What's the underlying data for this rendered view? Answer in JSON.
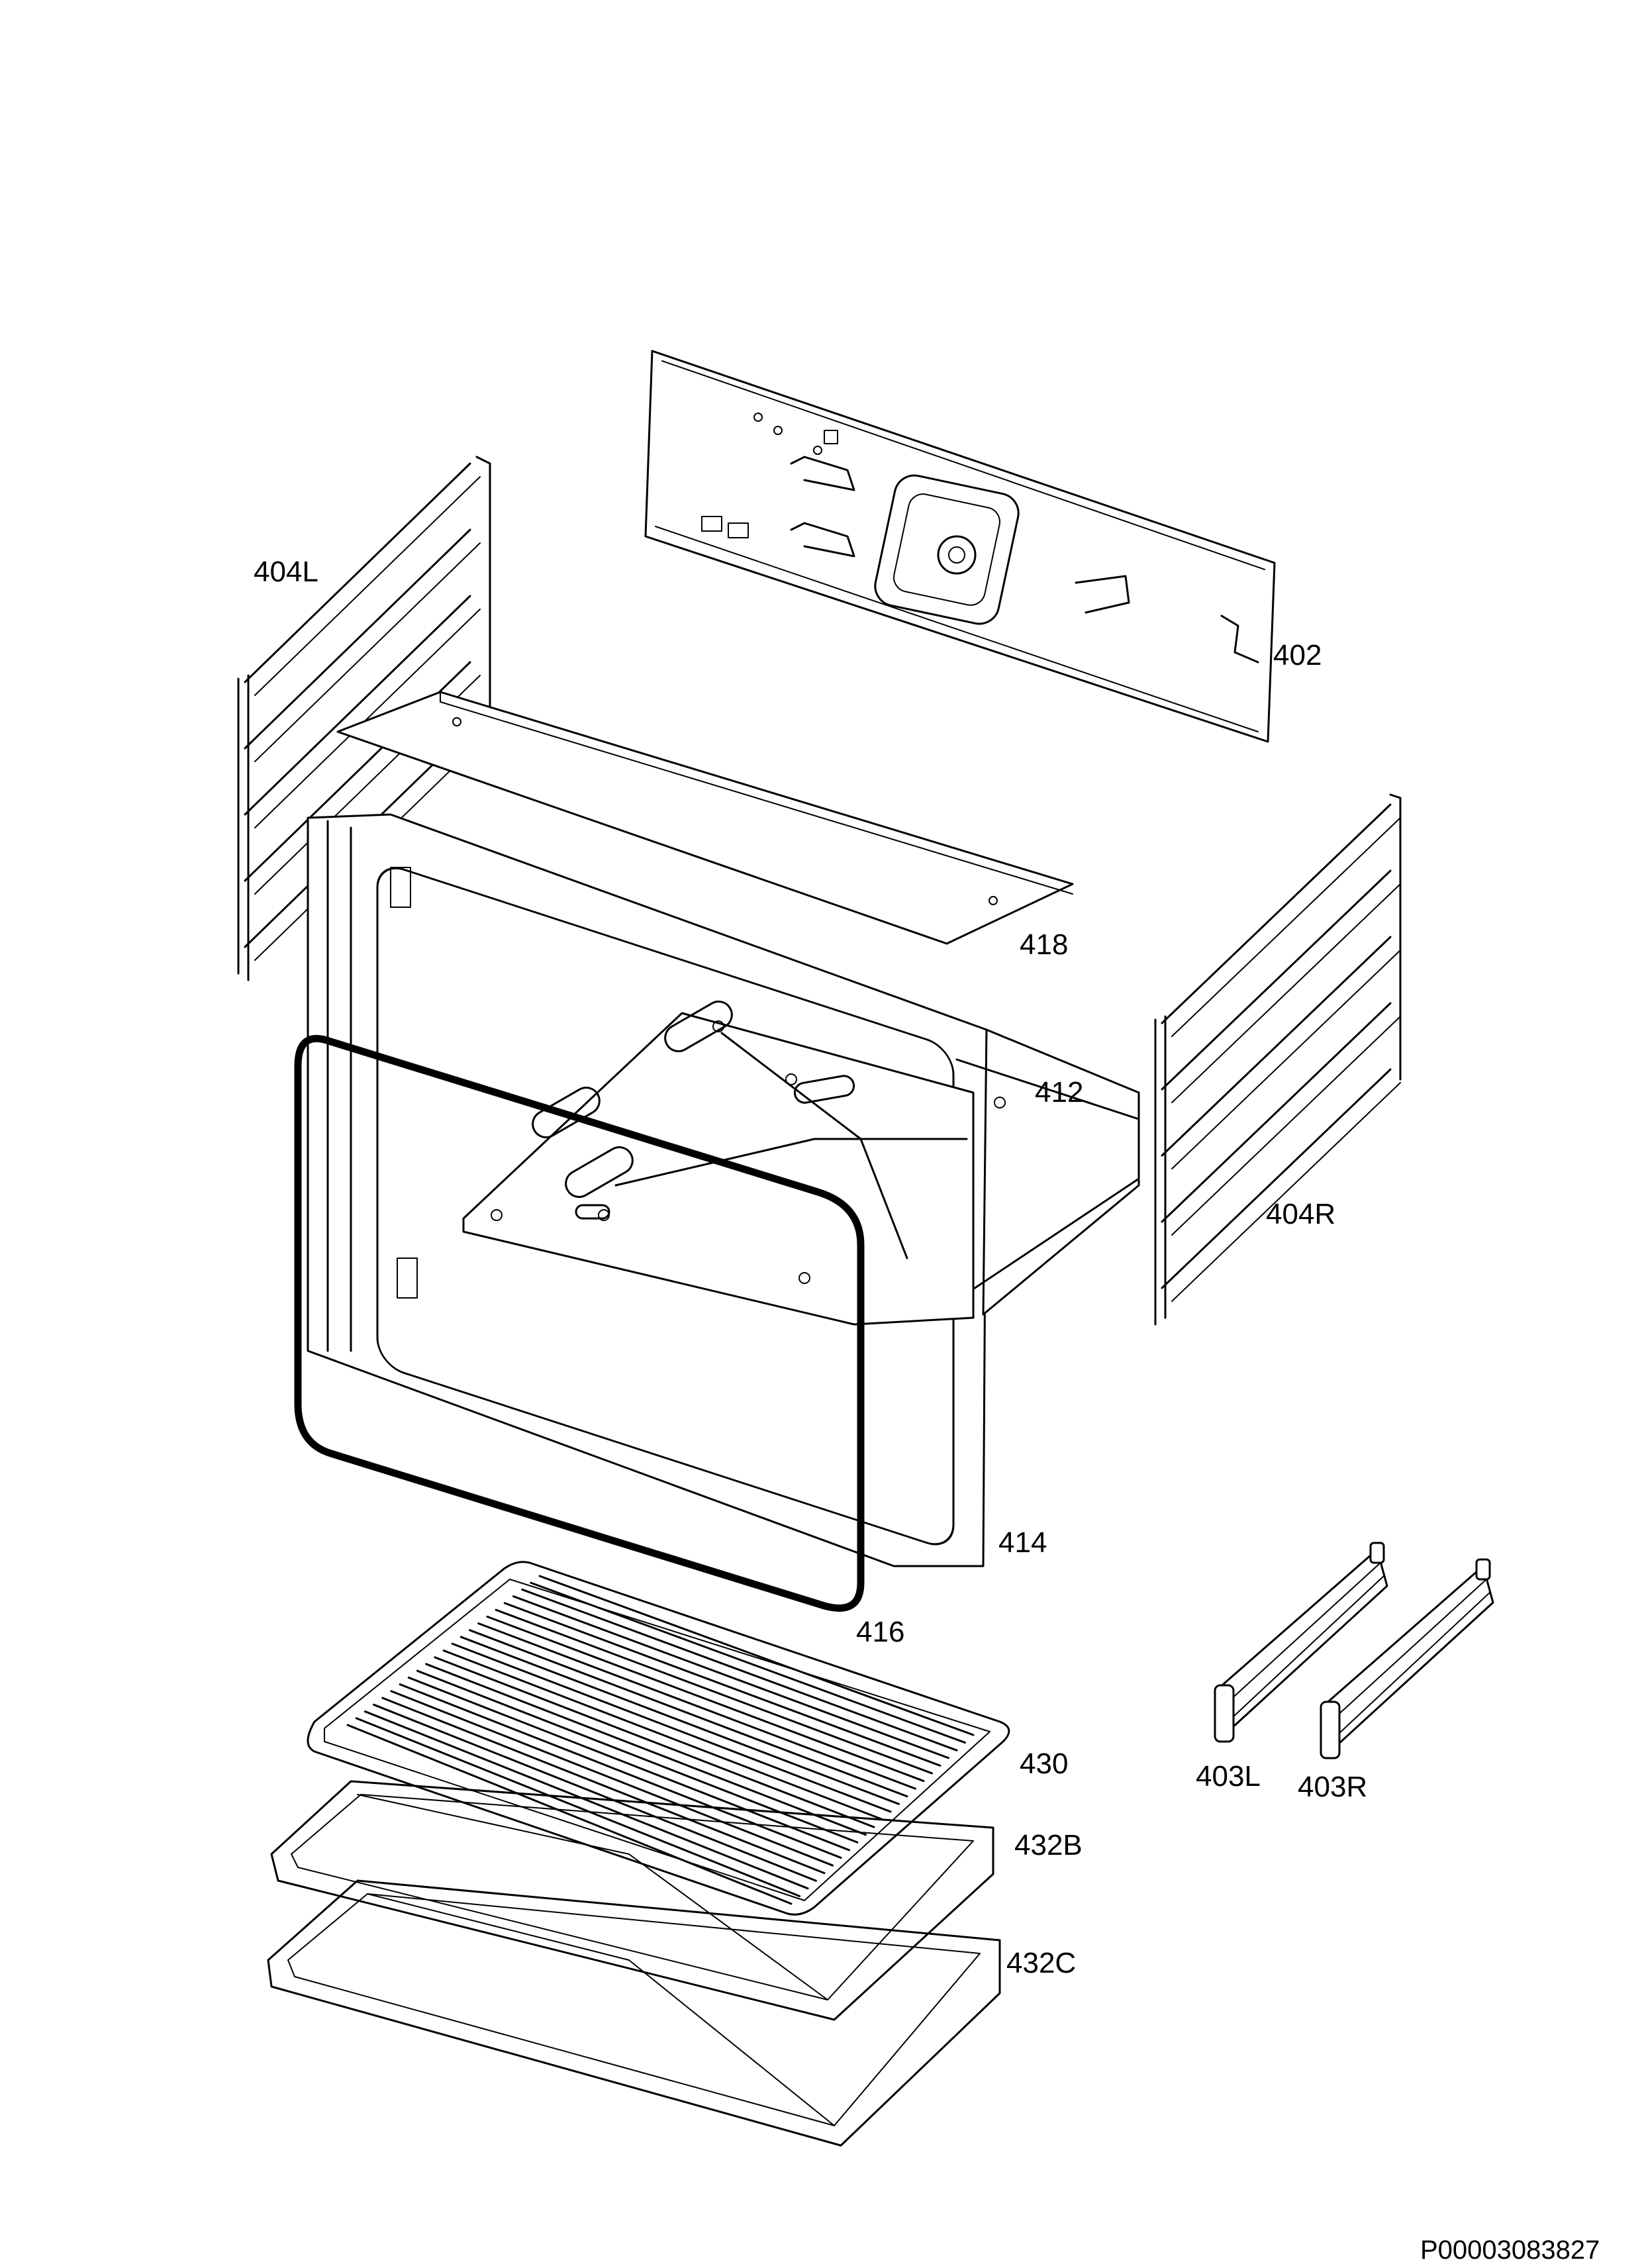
{
  "diagram": {
    "labels": {
      "p404L": "404L",
      "p402": "402",
      "p418": "418",
      "p412": "412",
      "p404R": "404R",
      "p414": "414",
      "p416": "416",
      "p430": "430",
      "p432B": "432B",
      "p432C": "432C",
      "p403L": "403L",
      "p403R": "403R"
    },
    "document_id": "P00003083827"
  }
}
